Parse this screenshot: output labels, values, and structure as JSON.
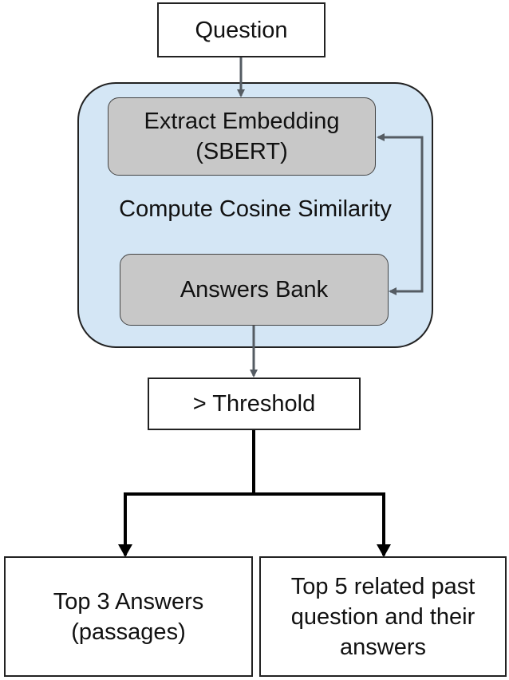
{
  "diagram": {
    "question": "Question",
    "embedding_line1": "Extract Embedding",
    "embedding_line2": "(SBERT)",
    "cosine": "Compute Cosine Similarity",
    "answers_bank": "Answers Bank",
    "threshold": "> Threshold",
    "top3_line1": "Top 3 Answers",
    "top3_line2": "(passages)",
    "top5_line1": "Top 5 related past",
    "top5_line2": "question and their",
    "top5_line3": "answers"
  },
  "colors": {
    "panel": "#d4e6f5",
    "grey_box": "#c8c8c8",
    "arrow_grey": "#555c63",
    "arrow_black": "#000000"
  }
}
